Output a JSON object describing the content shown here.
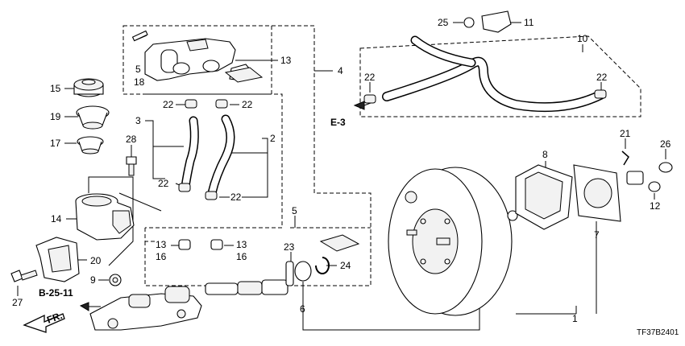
{
  "diagram": {
    "labels": {
      "l1": "1",
      "l2": "2",
      "l3": "3",
      "l4": "4",
      "l5": "5",
      "l5b": "5",
      "l6": "6",
      "l7": "7",
      "l8": "8",
      "l9": "9",
      "l10": "10",
      "l11": "11",
      "l12": "12",
      "l13a": "13",
      "l13b": "13",
      "l13c": "13",
      "l14": "14",
      "l15": "15",
      "l16a": "16",
      "l16b": "16",
      "l17": "17",
      "l18": "18",
      "l19": "19",
      "l20": "20",
      "l21": "21",
      "l22a": "22",
      "l22b": "22",
      "l22c": "22",
      "l22d": "22",
      "l22e": "22",
      "l22f": "22",
      "l23": "23",
      "l24": "24",
      "l25": "25",
      "l26": "26",
      "l27": "27",
      "l28": "28"
    },
    "refs": {
      "e3": "E-3",
      "b2511": "B-25-11",
      "fr": "FR."
    },
    "diagram_code": "TF37B2401"
  }
}
